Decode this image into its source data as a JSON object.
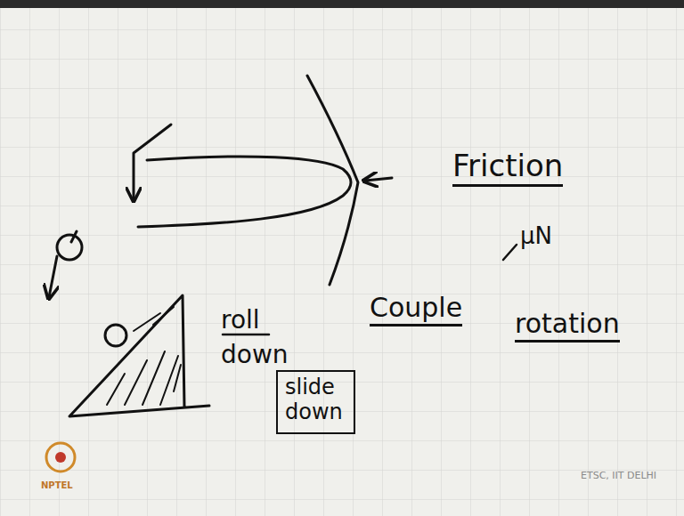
{
  "diagram": {
    "nodes": [
      {
        "text": [
          "slide down"
        ]
      }
    ],
    "labels": [
      "Friction",
      "μN",
      "Couple",
      "rotation",
      "roll down",
      "ETSC, IIT DELHI",
      "NPTEL"
    ]
  }
}
